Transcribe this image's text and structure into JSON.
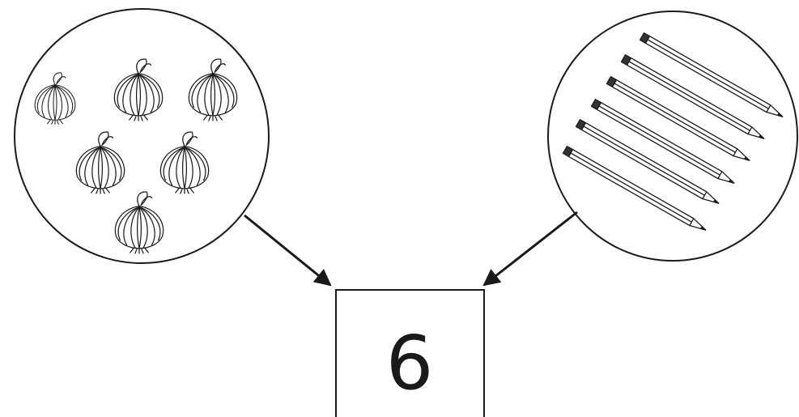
{
  "left_group": {
    "item_name": "onion-icon",
    "count": 6
  },
  "right_group": {
    "item_name": "pencil-icon",
    "count": 6
  },
  "answer_box": {
    "number": "6"
  },
  "colors": {
    "line": "#1a1a1a",
    "background": "#ffffff"
  }
}
